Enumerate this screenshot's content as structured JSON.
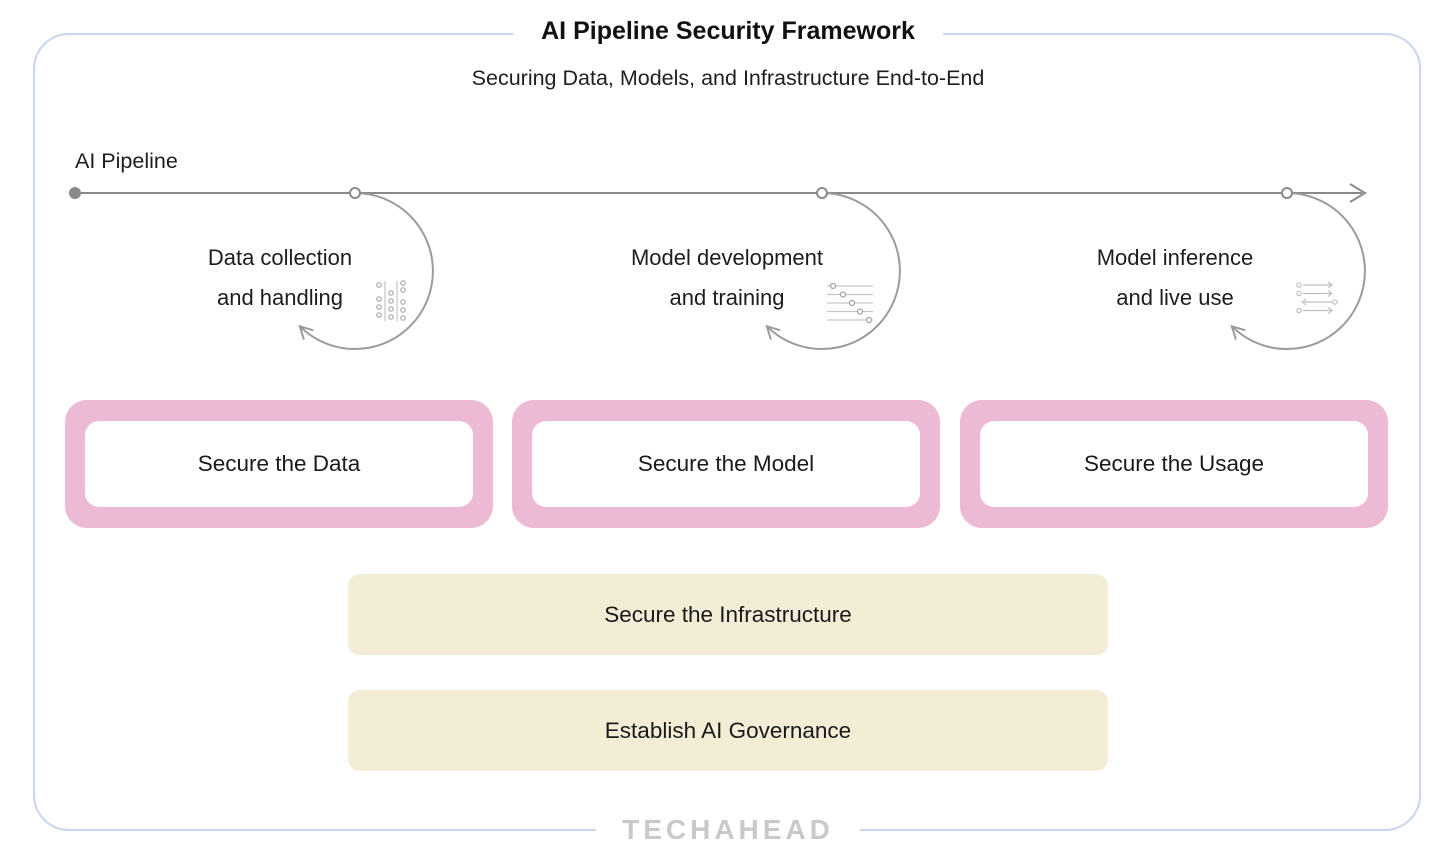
{
  "header": {
    "title": "AI Pipeline Security Framework",
    "subtitle": "Securing Data, Models, and Infrastructure End-to-End"
  },
  "pipeline": {
    "label": "AI Pipeline",
    "stages": [
      {
        "line1": "Data collection",
        "line2": "and handling",
        "icon": "data-records-icon"
      },
      {
        "line1": "Model development",
        "line2": "and training",
        "icon": "training-sliders-icon"
      },
      {
        "line1": "Model inference",
        "line2": "and live use",
        "icon": "inference-flow-icon"
      }
    ]
  },
  "security_boxes": [
    {
      "label": "Secure the Data"
    },
    {
      "label": "Secure the Model"
    },
    {
      "label": "Secure the Usage"
    }
  ],
  "foundation_boxes": [
    {
      "label": "Secure the Infrastructure"
    },
    {
      "label": "Establish AI Governance"
    }
  ],
  "footer": {
    "logo": "TECHAHEAD"
  },
  "colors": {
    "frame_border": "#c9d6ee",
    "pink_accent": "#ecbad5",
    "beige_accent": "#f3edd6",
    "pipeline_gray": "#8a8a8a",
    "loop_gray": "#9b9b9b",
    "icon_gray": "#aaaaaa",
    "logo_gray": "#c9c9c9",
    "text": "#1d1d1d"
  }
}
